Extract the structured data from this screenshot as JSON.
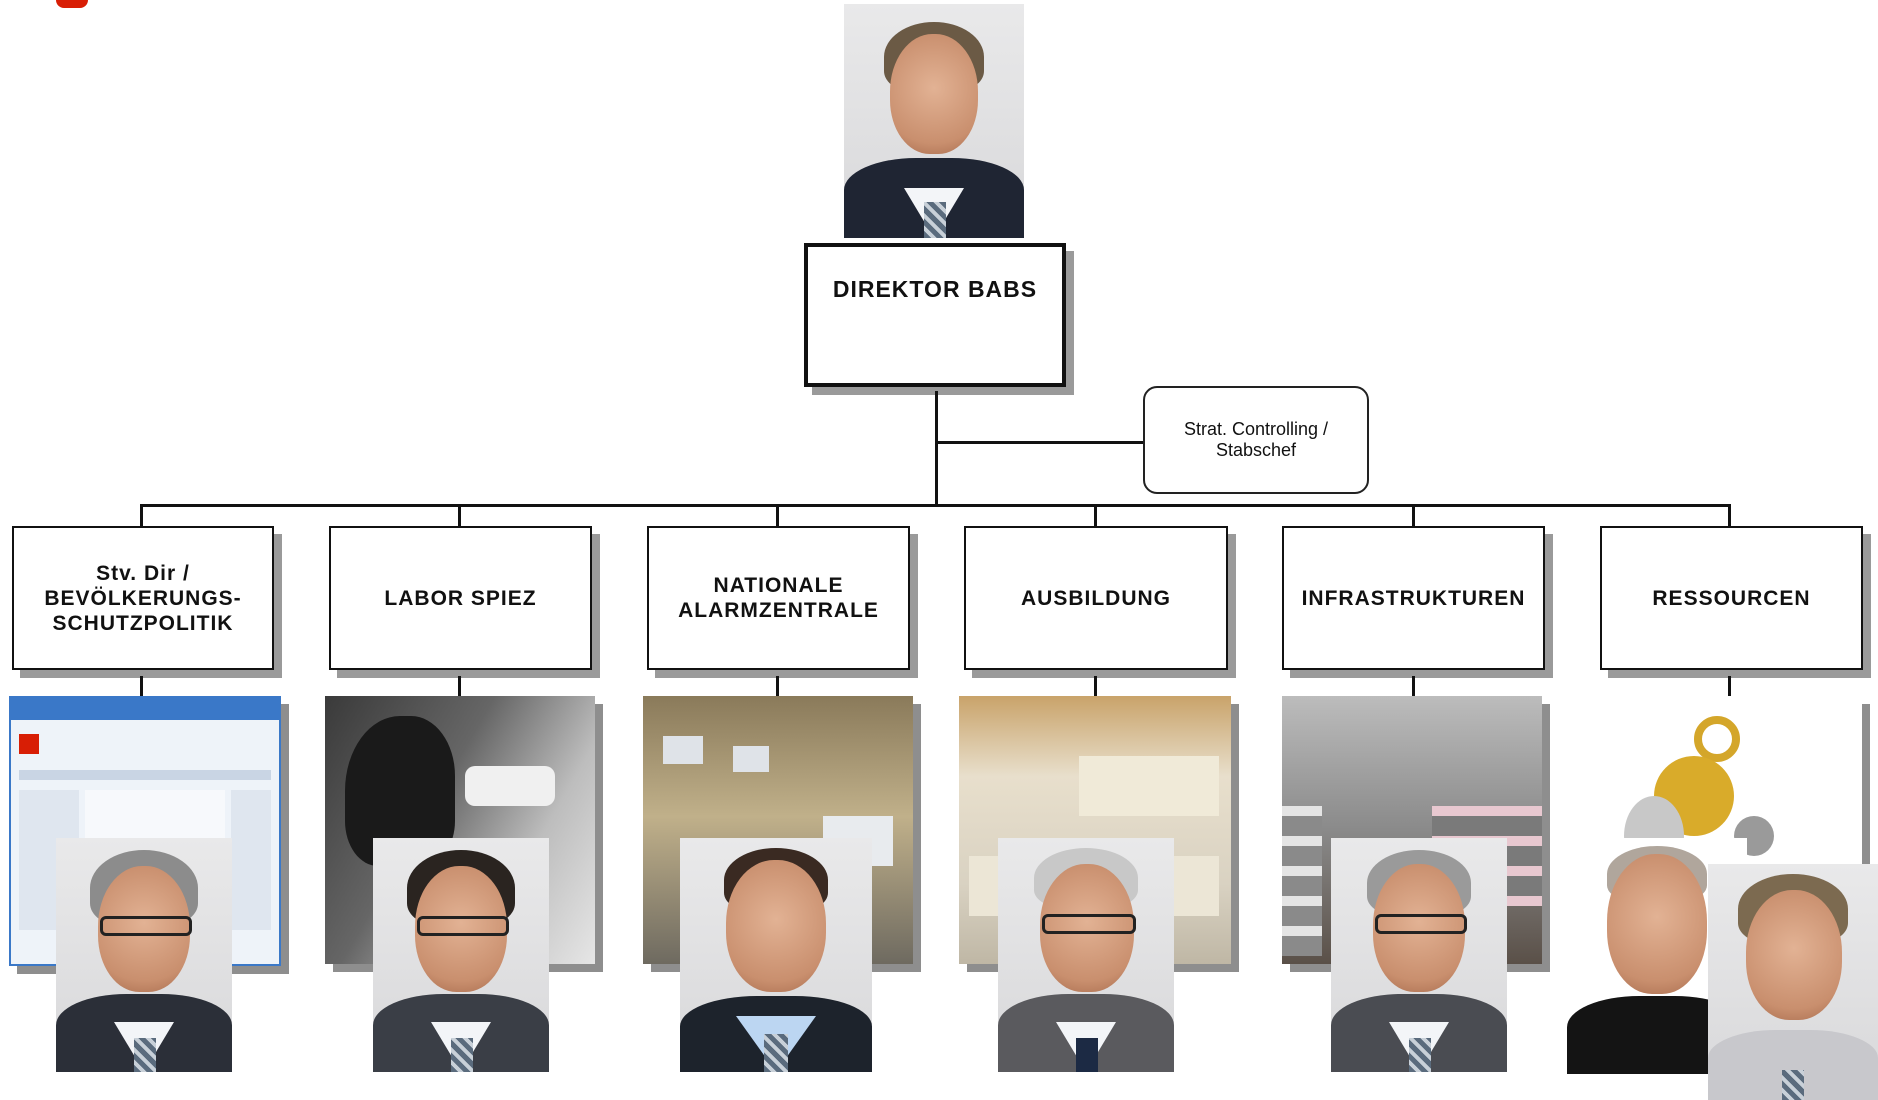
{
  "director": {
    "label": "DIREKTOR BABS"
  },
  "staff": {
    "label": "Strat. Controlling /\nStabschef"
  },
  "divisions": [
    {
      "label": "Stv. Dir /\nBEVÖLKERUNGS-\nSCHUTZPOLITIK"
    },
    {
      "label": "LABOR SPIEZ"
    },
    {
      "label": "NATIONALE\nALARMZENTRALE"
    },
    {
      "label": "AUSBILDUNG"
    },
    {
      "label": "INFRASTRUKTUREN"
    },
    {
      "label": "RESSOURCEN"
    }
  ],
  "colors": {
    "line": "#111111",
    "shadow": "#9a9a9a",
    "logo": "#d81e05"
  }
}
